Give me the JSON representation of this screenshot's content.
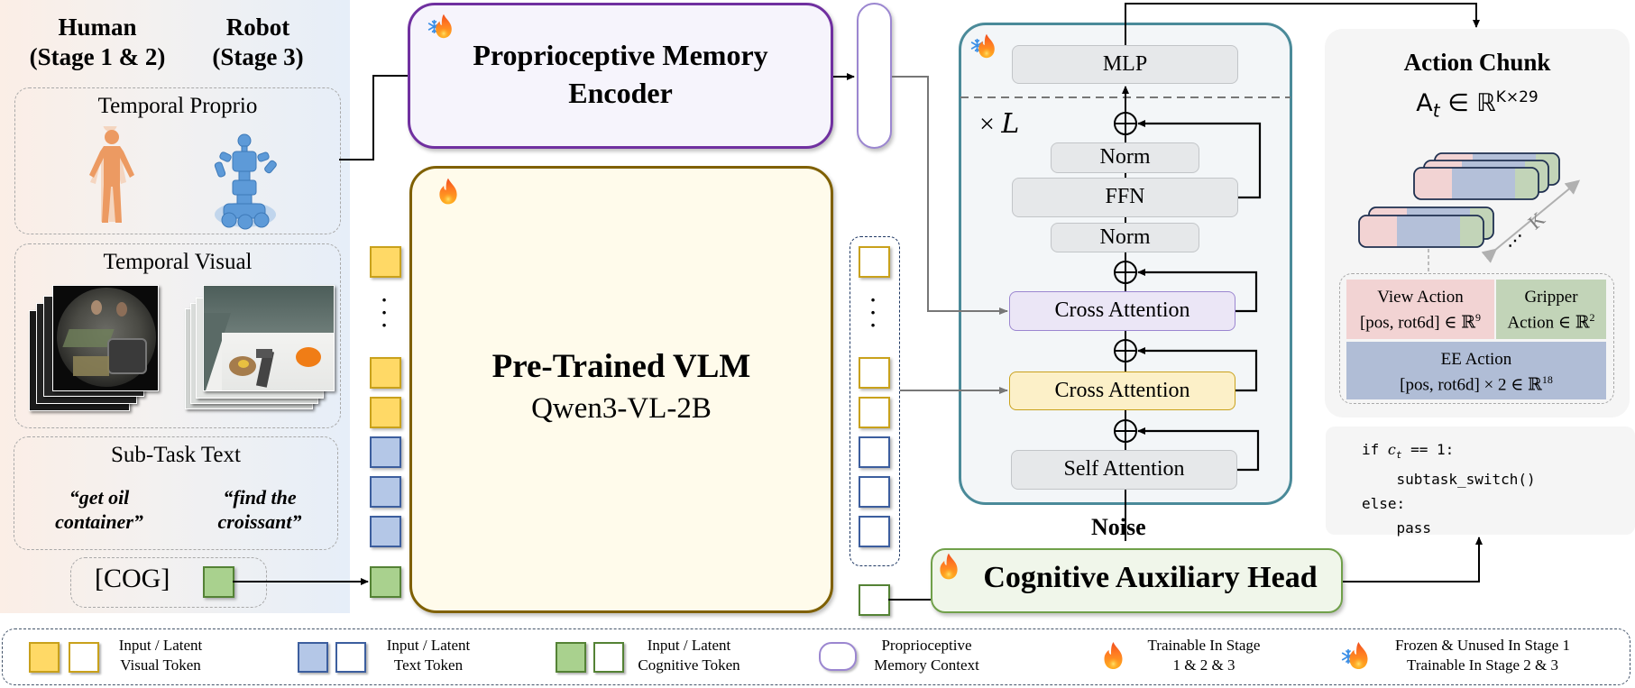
{
  "columns": {
    "human": {
      "title": "Human",
      "subtitle": "(Stage 1 & 2)"
    },
    "robot": {
      "title": "Robot",
      "subtitle": "(Stage 3)"
    }
  },
  "inputs": {
    "proprio": {
      "title": "Temporal Proprio",
      "human_icon": "human-body-icon",
      "robot_icon": "robot-icon"
    },
    "visual": {
      "title": "Temporal Visual",
      "human_image": "egocentric-kitchen-frames",
      "robot_image": "robot-tabletop-frames"
    },
    "subtask": {
      "title": "Sub-Task Text",
      "human_text_line1": "“get oil",
      "human_text_line2": "container”",
      "robot_text_line1": "“find the",
      "robot_text_line2": "croissant”"
    },
    "cog": {
      "label": "[COG]"
    }
  },
  "modules": {
    "encoder": {
      "title_line1": "Proprioceptive Memory",
      "title_line2": "Encoder",
      "status_icon": "frozen-then-trainable"
    },
    "vlm": {
      "title": "Pre-Trained VLM",
      "subtitle": "Qwen3-VL-2B",
      "status_icon": "trainable"
    },
    "transformer": {
      "repeat_label": "×",
      "repeat_var": "L",
      "status_icon": "frozen-then-trainable",
      "blocks": {
        "mlp": "MLP",
        "norm_top": "Norm",
        "ffn": "FFN",
        "norm_bottom": "Norm",
        "cross_attn_proprio": "Cross Attention",
        "cross_attn_vlm": "Cross Attention",
        "self_attn": "Self Attention"
      },
      "input_label": "Noise"
    },
    "cog_head": {
      "title": "Cognitive Auxiliary Head",
      "status_icon": "trainable"
    }
  },
  "tokens": {
    "input_column": [
      "visual-input",
      "ellipsis",
      "visual-input",
      "visual-input",
      "text-input",
      "text-input",
      "text-input",
      "cog-input"
    ],
    "latent_column": [
      "visual-latent",
      "ellipsis",
      "visual-latent",
      "visual-latent",
      "text-latent",
      "text-latent",
      "text-latent",
      "cog-latent"
    ]
  },
  "action": {
    "title": "Action Chunk",
    "formula_base": "A",
    "formula_sub": "t",
    "formula_mid": " ∈ ℝ",
    "formula_sup": "K×29",
    "k_label": "K",
    "view": {
      "line1": "View Action",
      "line2": "[pos, rot6d] ∈ ℝ",
      "sup": "9"
    },
    "gripper": {
      "line1": "Gripper",
      "line2": "Action ∈ ℝ",
      "sup": "2"
    },
    "ee": {
      "line1": "EE Action",
      "line2": "[pos, rot6d] × 2 ∈ ℝ",
      "sup": "18"
    }
  },
  "code": {
    "line1_pre": "if ",
    "line1_var": "c",
    "line1_sub": "t",
    "line1_post": " == 1:",
    "line2": "    subtask_switch()",
    "line3": "else:",
    "line4": "    pass"
  },
  "legend": {
    "visual": {
      "line1": "Input / Latent",
      "line2": "Visual Token"
    },
    "text": {
      "line1": "Input / Latent",
      "line2": "Text Token"
    },
    "cognitive": {
      "line1": "Input / Latent",
      "line2": "Cognitive Token"
    },
    "memory": {
      "line1": "Proprioceptive",
      "line2": "Memory Context"
    },
    "trainable": {
      "line1": "Trainable In Stage",
      "line2": "1 & 2 & 3"
    },
    "frozen": {
      "line1": "Frozen & Unused In Stage 1",
      "line2": "Trainable In Stage 2 & 3"
    }
  },
  "colors": {
    "visual_fill": "#ffd966",
    "visual_border": "#c9a11b",
    "text_fill": "#b4c7e7",
    "text_border": "#3c5e9e",
    "cog_fill": "#a9d18e",
    "cog_border": "#548235",
    "encoder_border": "#7030a0",
    "vlm_border": "#7f6000",
    "transformer_border": "#4a8a99",
    "head_border": "#70a04a",
    "view_action": "#f2d3d3",
    "gripper_action": "#c2d4b8",
    "ee_action": "#b0bdd6"
  }
}
